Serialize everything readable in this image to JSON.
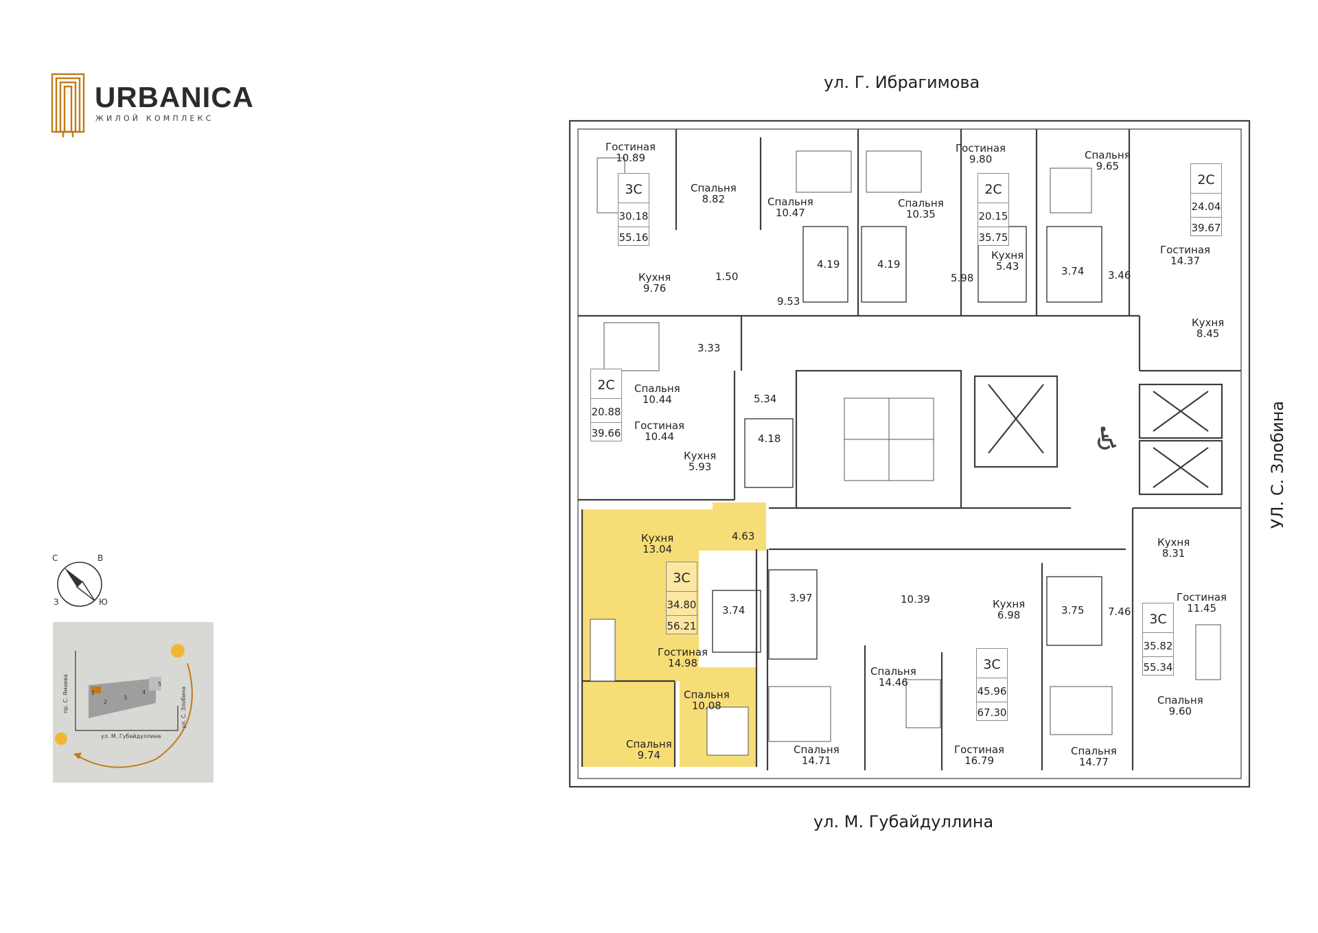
{
  "brand": {
    "name": "URBANICA",
    "subtitle": "ЖИЛОЙ КОМПЛЕКС",
    "accent_color": "#c07a1a"
  },
  "streets": {
    "top": "ул. Г. Ибрагимова",
    "bottom": "ул. М. Губайдуллина",
    "right": "УЛ. С. Злобина"
  },
  "compass": {
    "n": "С",
    "e": "В",
    "s": "Ю",
    "w": "З"
  },
  "minimap": {
    "street_west": "пр. С. Ямаева",
    "street_east": "ул. С. Злобина",
    "street_south": "ул. М. Губайдуллина",
    "buildings": [
      "1",
      "2",
      "3",
      "4",
      "5"
    ]
  },
  "highlight_color": "#f7dd76",
  "apartments": [
    {
      "type": "3С",
      "living": "30.18",
      "total": "55.16"
    },
    {
      "type": "2С",
      "living": "20.15",
      "total": "35.75"
    },
    {
      "type": "2С",
      "living": "24.04",
      "total": "39.67"
    },
    {
      "type": "2С",
      "living": "20.88",
      "total": "39.66"
    },
    {
      "type": "3С",
      "living": "34.80",
      "total": "56.21"
    },
    {
      "type": "3С",
      "living": "45.96",
      "total": "67.30"
    },
    {
      "type": "3С",
      "living": "35.82",
      "total": "55.34"
    }
  ],
  "rooms": [
    {
      "name": "Гостиная",
      "area": "10.89"
    },
    {
      "name": "Спальня",
      "area": "8.82"
    },
    {
      "name": "Спальня",
      "area": "10.47"
    },
    {
      "name": "Спальня",
      "area": "10.35"
    },
    {
      "name": "Гостиная",
      "area": "9.80"
    },
    {
      "name": "Спальня",
      "area": "9.65"
    },
    {
      "name": "Гостиная",
      "area": "14.37"
    },
    {
      "name": "Кухня",
      "area": "9.76"
    },
    {
      "name": "Кухня",
      "area": "5.43"
    },
    {
      "name": "Кухня",
      "area": "8.45"
    },
    {
      "name": "Спальня",
      "area": "10.44"
    },
    {
      "name": "Гостиная",
      "area": "10.44"
    },
    {
      "name": "Кухня",
      "area": "5.93"
    },
    {
      "name": "Кухня",
      "area": "13.04"
    },
    {
      "name": "Гостиная",
      "area": "14.98"
    },
    {
      "name": "Спальня",
      "area": "10.08"
    },
    {
      "name": "Спальня",
      "area": "9.74"
    },
    {
      "name": "Кухня",
      "area": "8.31"
    },
    {
      "name": "Гостиная",
      "area": "11.45"
    },
    {
      "name": "Кухня",
      "area": "6.98"
    },
    {
      "name": "Спальня",
      "area": "14.46"
    },
    {
      "name": "Спальня",
      "area": "14.71"
    },
    {
      "name": "Гостиная",
      "area": "16.79"
    },
    {
      "name": "Спальня",
      "area": "14.77"
    },
    {
      "name": "Спальня",
      "area": "9.60"
    }
  ],
  "small_areas": [
    "1.50",
    "4.19",
    "4.19",
    "9.53",
    "5.98",
    "3.74",
    "3.46",
    "3.33",
    "5.34",
    "4.18",
    "4.63",
    "3.74",
    "3.97",
    "10.39",
    "3.75",
    "7.46"
  ]
}
